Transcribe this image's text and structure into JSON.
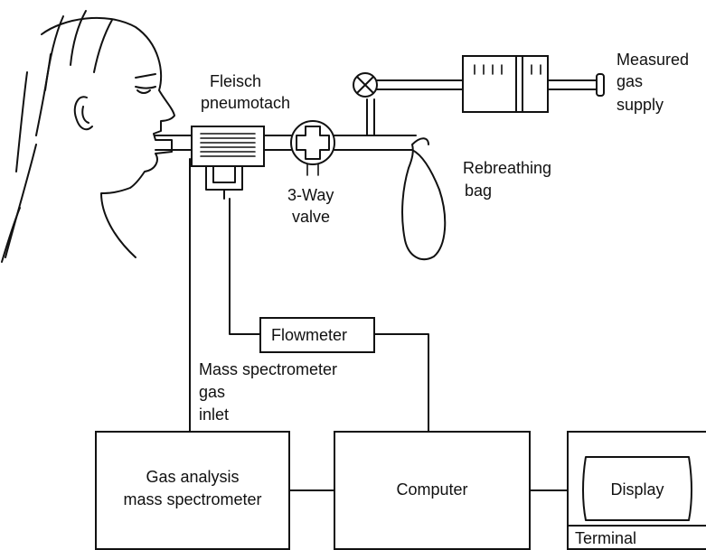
{
  "labels": {
    "fleisch_line1": "Fleisch",
    "fleisch_line2": "pneumotach",
    "measured_line1": "Measured",
    "measured_line2": "gas",
    "measured_line3": "supply",
    "rebreathing_line1": "Rebreathing",
    "rebreathing_line2": "bag",
    "valve_line1": "3-Way",
    "valve_line2": "valve",
    "flowmeter": "Flowmeter",
    "inlet_line1": "Mass spectrometer",
    "inlet_line2": "gas",
    "inlet_line3": "inlet",
    "gas_analysis_line1": "Gas analysis",
    "gas_analysis_line2": "mass spectrometer",
    "computer": "Computer",
    "display": "Display",
    "terminal": "Terminal"
  },
  "colors": {
    "line": "#111111",
    "background": "#ffffff"
  }
}
